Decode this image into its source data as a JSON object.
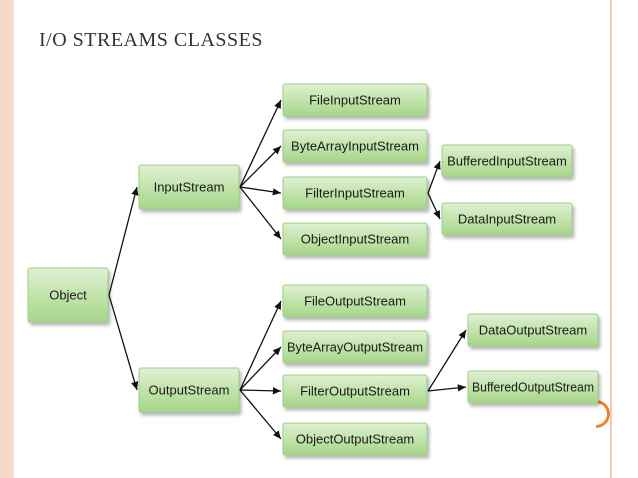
{
  "slide": {
    "title": "I/O STREAMS CLASSES"
  },
  "diagram": {
    "nodes": [
      {
        "id": "object",
        "label": "Object"
      },
      {
        "id": "inputstream",
        "label": "InputStream"
      },
      {
        "id": "outputstream",
        "label": "OutputStream"
      },
      {
        "id": "fileinputstream",
        "label": "FileInputStream"
      },
      {
        "id": "bytearrayinputstream",
        "label": "ByteArrayInputStream"
      },
      {
        "id": "filterinputstream",
        "label": "FilterInputStream"
      },
      {
        "id": "objectinputstream",
        "label": "ObjectInputStream"
      },
      {
        "id": "bufferedinputstream",
        "label": "BufferedInputStream"
      },
      {
        "id": "datainputstream",
        "label": "DataInputStream"
      },
      {
        "id": "fileoutputstream",
        "label": "FileOutputStream"
      },
      {
        "id": "bytearrayoutputstream",
        "label": "ByteArrayOutputStream"
      },
      {
        "id": "filteroutputstream",
        "label": "FilterOutputStream"
      },
      {
        "id": "objectoutputstream",
        "label": "ObjectOutputStream"
      },
      {
        "id": "dataoutputstream",
        "label": "DataOutputStream"
      },
      {
        "id": "bufferedoutputstream",
        "label": "BufferedOutputStream"
      }
    ],
    "edges": [
      [
        "object",
        "inputstream"
      ],
      [
        "object",
        "outputstream"
      ],
      [
        "inputstream",
        "fileinputstream"
      ],
      [
        "inputstream",
        "bytearrayinputstream"
      ],
      [
        "inputstream",
        "filterinputstream"
      ],
      [
        "inputstream",
        "objectinputstream"
      ],
      [
        "filterinputstream",
        "bufferedinputstream"
      ],
      [
        "filterinputstream",
        "datainputstream"
      ],
      [
        "outputstream",
        "fileoutputstream"
      ],
      [
        "outputstream",
        "bytearrayoutputstream"
      ],
      [
        "outputstream",
        "filteroutputstream"
      ],
      [
        "outputstream",
        "objectoutputstream"
      ],
      [
        "filteroutputstream",
        "dataoutputstream"
      ],
      [
        "filteroutputstream",
        "bufferedoutputstream"
      ]
    ]
  }
}
